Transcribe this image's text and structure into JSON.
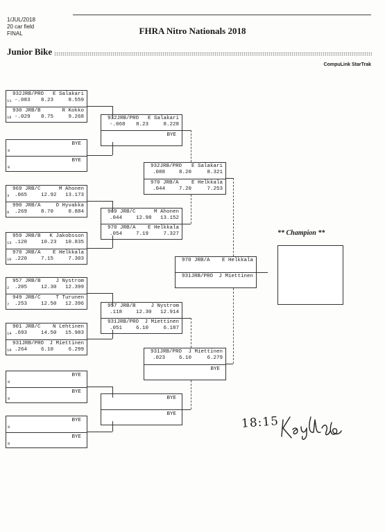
{
  "header": {
    "date": "1/JUL/2018",
    "field": "20 car field",
    "round": "FINAL",
    "title": "FHRA Nitro Nationals 2018",
    "event": "Junior Bike",
    "vendor": "CompuLink StarTrak"
  },
  "bracket": {
    "r1": [
      {
        "car": "932JRB/PRO",
        "driver": "E Salakari",
        "lane": "11",
        "rt": "-.083",
        "et": "8.23",
        "speed": "8.559"
      },
      {
        "car": "930 JRB/B",
        "driver": "R Kokko",
        "lane": "16",
        "rt": "-.029",
        "et": "8.75",
        "speed": "9.268"
      },
      {
        "bye": "BYE",
        "lane": "0"
      },
      {
        "bye": "BYE",
        "lane": "0"
      },
      {
        "car": "969 JRB/C",
        "driver": "M Ahonen",
        "lane": "3",
        "rt": ".065",
        "et": "12.92",
        "speed": "13.173"
      },
      {
        "car": "990 JRB/A",
        "driver": "O Hyvakka",
        "lane": "8",
        "rt": ".269",
        "et": "8.70",
        "speed": "8.884"
      },
      {
        "car": "959 JRB/B",
        "driver": "K Jakobsson",
        "lane": "13",
        "rt": ".120",
        "et": "10.23",
        "speed": "10.835"
      },
      {
        "car": "970 JRB/A",
        "driver": "E Helkkala",
        "lane": "10",
        "rt": ".220",
        "et": "7.15",
        "speed": "7.303"
      },
      {
        "car": "957 JRB/B",
        "driver": "J Nystrom",
        "lane": "2",
        "rt": ".205",
        "et": "12.30",
        "speed": "12.399"
      },
      {
        "car": "949 JRB/C",
        "driver": "T Turunen",
        "lane": "7",
        "rt": ".253",
        "et": "12.50",
        "speed": "12.396"
      },
      {
        "car": "901 JRB/C",
        "driver": "N Lehtinen",
        "lane": "14",
        "rt": ".693",
        "et": "14.50",
        "speed": "15.983"
      },
      {
        "car": "931JRB/PRO",
        "driver": "J Miettinen",
        "lane": "19",
        "rt": ".264",
        "et": "6.10",
        "speed": "6.299"
      },
      {
        "bye": "BYE",
        "lane": "0"
      },
      {
        "bye": "BYE",
        "lane": "0"
      },
      {
        "bye": "BYE",
        "lane": "0"
      },
      {
        "bye": "BYE",
        "lane": "0"
      }
    ],
    "r2": [
      {
        "car": "932JRB/PRO",
        "driver": "E Salakari",
        "rt": "-.068",
        "et": "8.23",
        "speed": "8.228"
      },
      {
        "bye": "BYE"
      },
      {
        "car": "969 JRB/C",
        "driver": "M Ahonen",
        "rt": ".044",
        "et": "12.98",
        "speed": "13.152"
      },
      {
        "car": "970 JRB/A",
        "driver": "E Helkkala",
        "rt": ".054",
        "et": "7.19",
        "speed": "7.327"
      },
      {
        "car": "957 JRB/B",
        "driver": "J Nystrom",
        "rt": ".118",
        "et": "12.30",
        "speed": "12.914"
      },
      {
        "car": "931JRB/PRO",
        "driver": "J Miettinen",
        "rt": ".051",
        "et": "6.10",
        "speed": "6.187"
      },
      {
        "bye": "BYE"
      },
      {
        "bye": "BYE"
      }
    ],
    "r3": [
      {
        "car": "932JRB/PRO",
        "driver": "E Salakari",
        "rt": ".088",
        "et": "8.20",
        "speed": "8.321"
      },
      {
        "car": "970 JRB/A",
        "driver": "E Helkkala",
        "rt": ".044",
        "et": "7.20",
        "speed": "7.253"
      },
      {
        "car": "931JRB/PRO",
        "driver": "J Miettinen",
        "rt": ".023",
        "et": "6.10",
        "speed": "6.279"
      },
      {
        "bye": "BYE"
      }
    ],
    "final": [
      {
        "car": "970 JRB/A",
        "driver": "E Helkkala"
      },
      {
        "car": "931JRB/PRO",
        "driver": "J Miettinen"
      }
    ]
  },
  "champion": {
    "label": "** Champion **"
  },
  "signature": {
    "time": "18:15"
  }
}
